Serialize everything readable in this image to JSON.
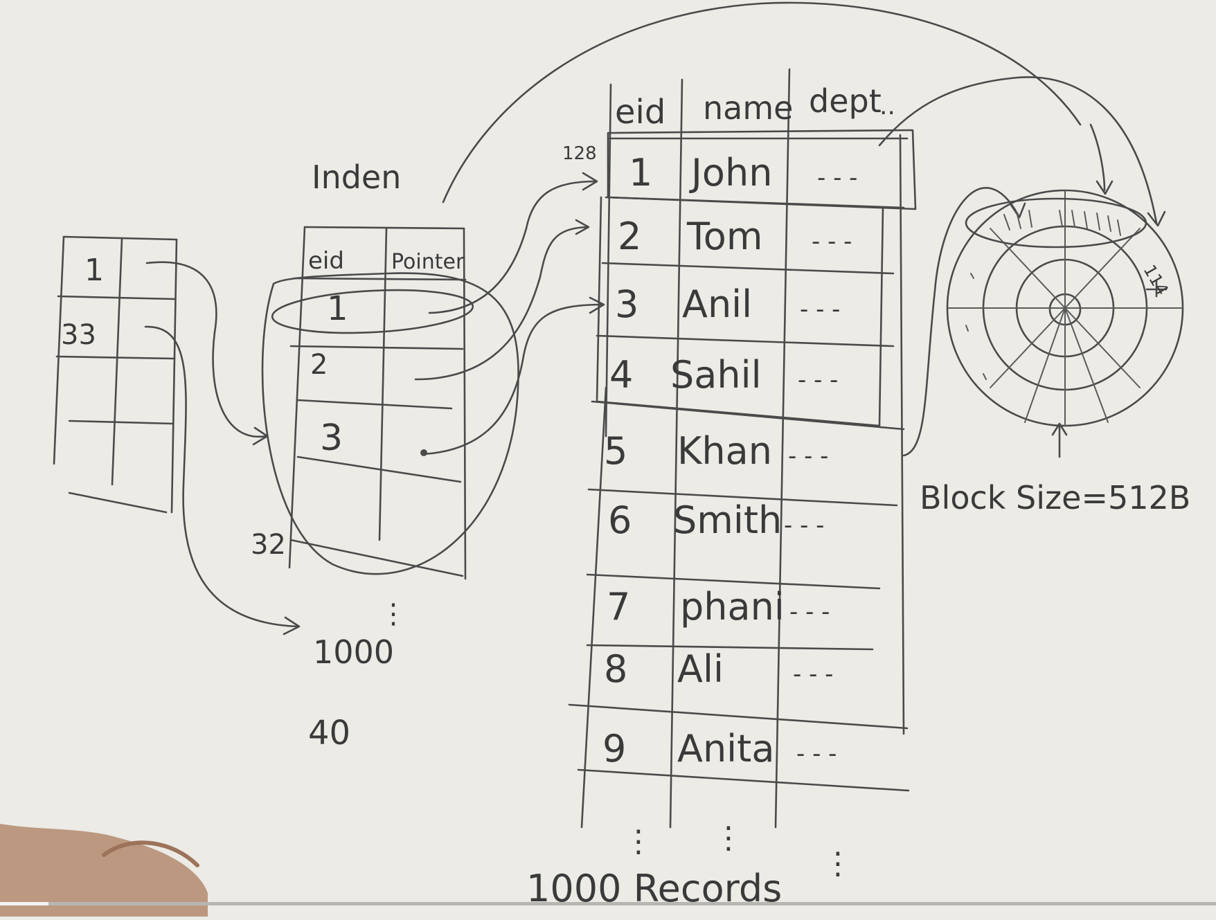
{
  "index": {
    "title": "Inden",
    "header": [
      "eid",
      "Pointer"
    ],
    "keys": [
      "1",
      "2",
      "3"
    ],
    "count_label": "32",
    "total_label": "1000",
    "blocks_label": "40"
  },
  "outer_index": {
    "keys": [
      "1",
      "33"
    ]
  },
  "table": {
    "header": [
      "eid",
      "name",
      "dept"
    ],
    "header_suffix": "..",
    "block_offset": "128",
    "rows": [
      {
        "eid": "1",
        "name": "John",
        "dept": "- - -"
      },
      {
        "eid": "2",
        "name": "Tom",
        "dept": "- - -"
      },
      {
        "eid": "3",
        "name": "Anil",
        "dept": "- - -"
      },
      {
        "eid": "4",
        "name": "Sahil",
        "dept": "- - -"
      },
      {
        "eid": "5",
        "name": "Khan",
        "dept": "- - -"
      },
      {
        "eid": "6",
        "name": "Smith",
        "dept": "- - -"
      },
      {
        "eid": "7",
        "name": "phani",
        "dept": "- - -"
      },
      {
        "eid": "8",
        "name": "Ali",
        "dept": "- - -"
      },
      {
        "eid": "9",
        "name": "Anita",
        "dept": "- - -"
      }
    ],
    "records_label": "1000 Records"
  },
  "disk": {
    "block_size_label": "Block Size=512B",
    "sector_note": "114"
  },
  "video": {
    "progress": 0.04
  }
}
